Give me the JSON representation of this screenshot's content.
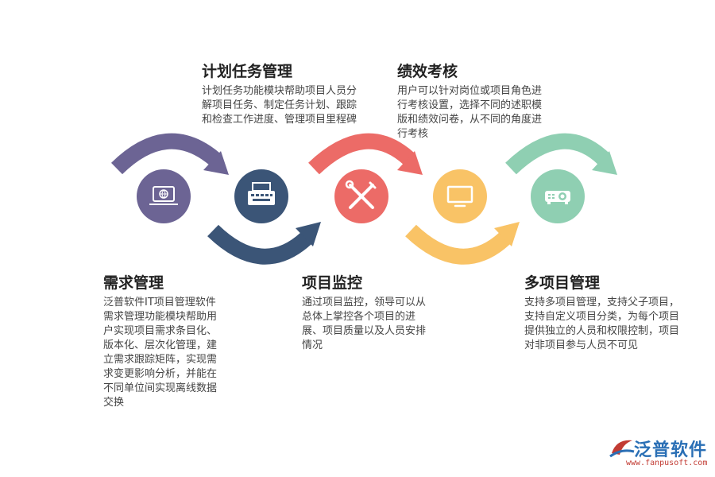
{
  "colors": {
    "purple": "#6c6494",
    "navy": "#3b5577",
    "red": "#ec6b67",
    "yellow": "#f9c366",
    "green": "#8fcfb2"
  },
  "nodes": [
    {
      "name": "laptop",
      "icon": "laptop-globe-icon",
      "color": "#6c6494"
    },
    {
      "name": "typewriter",
      "icon": "typewriter-icon",
      "color": "#3b5577"
    },
    {
      "name": "tools",
      "icon": "wrench-screwdriver-icon",
      "color": "#ec6b67"
    },
    {
      "name": "monitor",
      "icon": "monitor-icon",
      "color": "#f9c366"
    },
    {
      "name": "projector",
      "icon": "projector-icon",
      "color": "#8fcfb2"
    }
  ],
  "blocks": {
    "plan": {
      "title": "计划任务管理",
      "desc": "计划任务功能模块帮助项目人员分解项目任务、制定任务计划、跟踪和检查工作进度、管理项目里程碑"
    },
    "perf": {
      "title": "绩效考核",
      "desc": "用户可以针对岗位或项目角色进行考核设置，选择不同的述职模版和绩效问卷，从不同的角度进行考核"
    },
    "req": {
      "title": "需求管理",
      "desc": "泛普软件IT项目管理软件需求管理功能模块帮助用户实现项目需求条目化、版本化、层次化管理，建立需求跟踪矩阵，实现需求变更影响分析，并能在不同单位间实现离线数据交换"
    },
    "mon": {
      "title": "项目监控",
      "desc": "通过项目监控，领导可以从总体上掌控各个项目的进展、项目质量以及人员安排情况"
    },
    "multi": {
      "title": "多项目管理",
      "desc": "支持多项目管理，支持父子项目，支持自定义项目分类，为每个项目提供独立的人员和权限控制，项目对非项目参与人员不可见"
    }
  },
  "logo": {
    "brand": "泛普软件",
    "url": "www.fanpusoft.com",
    "icon": "fanpu-logo-icon"
  }
}
